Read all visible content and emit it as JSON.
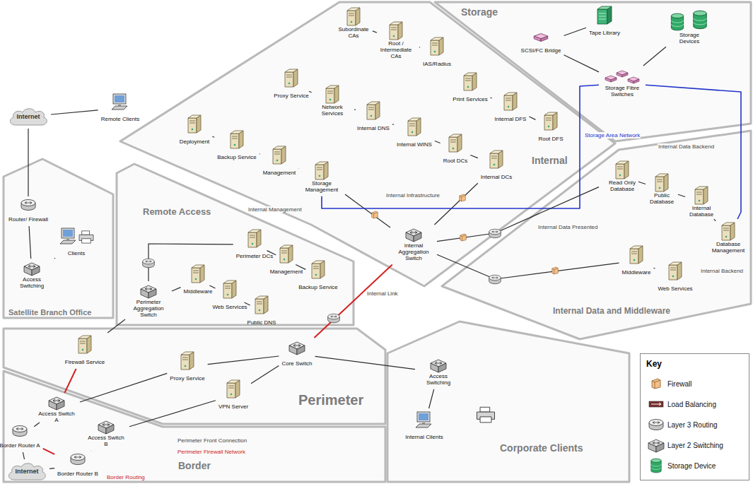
{
  "diagram": {
    "nodes": [
      {
        "text": [
          "Storage"
        ]
      },
      {
        "text": [
          "Internal"
        ]
      },
      {
        "text": [
          "Internal Data and Middleware"
        ]
      },
      {
        "text": [
          "Satellite Branch Office"
        ]
      },
      {
        "text": [
          "Remote Access"
        ]
      },
      {
        "text": [
          "Perimeter"
        ]
      },
      {
        "text": [
          "Border"
        ]
      },
      {
        "text": [
          "Corporate Clients"
        ]
      },
      {
        "text": [
          "Internet"
        ]
      },
      {
        "text": [
          "Remote Clients"
        ]
      },
      {
        "text": [
          "Router/ Firewall"
        ],
        "in": 3
      },
      {
        "text": [
          "Access Switching"
        ],
        "in": 3
      },
      {
        "text": [
          "Clients"
        ],
        "in": 3
      },
      {
        "text": [
          "Subordinate CAs"
        ],
        "in": 1
      },
      {
        "text": [
          "Root / Intermediate CAs"
        ],
        "in": 1
      },
      {
        "text": [
          "IAS/Radius"
        ],
        "in": 1
      },
      {
        "text": [
          "Proxy Service"
        ],
        "in": 1
      },
      {
        "text": [
          "Network Services"
        ],
        "in": 1
      },
      {
        "text": [
          "Internal DNS"
        ],
        "in": 1
      },
      {
        "text": [
          "Internal WINS"
        ],
        "in": 1
      },
      {
        "text": [
          "Root DCs"
        ],
        "in": 1
      },
      {
        "text": [
          "Internal DCs"
        ],
        "in": 1
      },
      {
        "text": [
          "Print Services"
        ],
        "in": 1
      },
      {
        "text": [
          "Internal DFS"
        ],
        "in": 1
      },
      {
        "text": [
          "Root DFS"
        ],
        "in": 1
      },
      {
        "text": [
          "Deployment"
        ],
        "in": 1
      },
      {
        "text": [
          "Backup Service"
        ],
        "in": 1
      },
      {
        "text": [
          "Management"
        ],
        "in": 1
      },
      {
        "text": [
          "Storage Management"
        ],
        "in": 1
      },
      {
        "text": [
          "Internal Aggregation Switch"
        ],
        "in": 1
      },
      {
        "text": [
          "SCSI/FC Bridge"
        ],
        "in": 0
      },
      {
        "text": [
          "Tape Library"
        ],
        "in": 0
      },
      {
        "text": [
          "Storage Devices"
        ],
        "in": 0
      },
      {
        "text": [
          "Storage Fibre Switches"
        ],
        "in": 0
      },
      {
        "text": [
          "Read Only Database"
        ],
        "in": 2
      },
      {
        "text": [
          "Public Database"
        ],
        "in": 2
      },
      {
        "text": [
          "Internal Database"
        ],
        "in": 2
      },
      {
        "text": [
          "Database Management"
        ],
        "in": 2
      },
      {
        "text": [
          "Middleware"
        ],
        "in": 2
      },
      {
        "text": [
          "Web Services"
        ],
        "in": 2
      },
      {
        "text": [
          "Perimeter DCs"
        ],
        "in": 4
      },
      {
        "text": [
          "Management"
        ],
        "in": 4
      },
      {
        "text": [
          "Backup Service"
        ],
        "in": 4
      },
      {
        "text": [
          "Middleware"
        ],
        "in": 4
      },
      {
        "text": [
          "Web Services"
        ],
        "in": 4
      },
      {
        "text": [
          "Public DNS"
        ],
        "in": 4
      },
      {
        "text": [
          "Perimeter Aggregation Switch"
        ],
        "in": 4
      },
      {
        "text": [
          "Firewall Service"
        ],
        "in": 5
      },
      {
        "text": [
          "Proxy Service"
        ],
        "in": 5
      },
      {
        "text": [
          "VPN Server"
        ],
        "in": 5
      },
      {
        "text": [
          "Core Switch"
        ],
        "in": 5
      },
      {
        "text": [
          "Access Switch A"
        ],
        "in": 6
      },
      {
        "text": [
          "Access Switch B"
        ],
        "in": 6
      },
      {
        "text": [
          "Border Router A"
        ],
        "in": 6
      },
      {
        "text": [
          "Border Router B"
        ],
        "in": 6
      },
      {
        "text": [
          "Internet"
        ]
      },
      {
        "text": [
          "Access Switching"
        ],
        "in": 7
      },
      {
        "text": [
          "Internal Clients"
        ],
        "in": 7
      }
    ],
    "edges": [
      {
        "from": 25,
        "to": 26,
        "arrow": "none"
      },
      {
        "from": 26,
        "to": 27,
        "arrow": "none"
      },
      {
        "from": 27,
        "to": 28,
        "arrow": "none"
      },
      {
        "from": 16,
        "to": 17,
        "arrow": "none"
      },
      {
        "from": 17,
        "to": 18,
        "arrow": "none"
      },
      {
        "from": 18,
        "to": 19,
        "arrow": "none"
      },
      {
        "from": 19,
        "to": 20,
        "arrow": "none"
      },
      {
        "from": 20,
        "to": 21,
        "arrow": "none"
      },
      {
        "from": 22,
        "to": 23,
        "arrow": "none"
      },
      {
        "from": 23,
        "to": 24,
        "arrow": "none"
      },
      {
        "from": 13,
        "to": 14,
        "arrow": "none"
      },
      {
        "from": 14,
        "to": 15,
        "arrow": "none"
      },
      {
        "from": 29,
        "to": 28,
        "arrow": "none"
      },
      {
        "from": 29,
        "to": 21,
        "arrow": "none"
      },
      {
        "from": 28,
        "to": 33,
        "arrow": "none"
      },
      {
        "from": 30,
        "to": 31,
        "arrow": "none"
      },
      {
        "from": 30,
        "to": 33,
        "arrow": "none"
      },
      {
        "from": 33,
        "to": 32,
        "arrow": "none"
      },
      {
        "from": 37,
        "to": 33,
        "arrow": "none"
      },
      {
        "from": 29,
        "to": 34,
        "arrow": "none"
      },
      {
        "from": 34,
        "to": 35,
        "arrow": "none"
      },
      {
        "from": 35,
        "to": 36,
        "arrow": "none"
      },
      {
        "from": 36,
        "to": 37,
        "arrow": "none"
      },
      {
        "from": 29,
        "to": 38,
        "arrow": "none"
      },
      {
        "from": 38,
        "to": 39,
        "arrow": "none"
      },
      {
        "from": 46,
        "to": 43,
        "arrow": "none"
      },
      {
        "from": 46,
        "to": 40,
        "arrow": "none"
      },
      {
        "from": 43,
        "to": 44,
        "arrow": "none"
      },
      {
        "from": 44,
        "to": 45,
        "arrow": "none"
      },
      {
        "from": 40,
        "to": 41,
        "arrow": "none"
      },
      {
        "from": 41,
        "to": 42,
        "arrow": "none"
      },
      {
        "from": 46,
        "to": 47,
        "arrow": "none"
      },
      {
        "from": 47,
        "to": 51,
        "arrow": "none"
      },
      {
        "from": 51,
        "to": 48,
        "arrow": "none"
      },
      {
        "from": 52,
        "to": 49,
        "arrow": "none"
      },
      {
        "from": 48,
        "to": 50,
        "arrow": "none"
      },
      {
        "from": 49,
        "to": 50,
        "arrow": "none"
      },
      {
        "from": 50,
        "to": 29,
        "arrow": "none"
      },
      {
        "from": 50,
        "to": 56,
        "arrow": "none"
      },
      {
        "from": 56,
        "to": 57,
        "arrow": "none"
      },
      {
        "from": 51,
        "to": 53,
        "arrow": "none"
      },
      {
        "from": 52,
        "to": 54,
        "arrow": "none"
      },
      {
        "from": 53,
        "to": 54,
        "arrow": "none"
      },
      {
        "from": 53,
        "to": 55,
        "arrow": "none"
      },
      {
        "from": 54,
        "to": 55,
        "arrow": "none"
      },
      {
        "from": 8,
        "to": 10,
        "arrow": "none"
      },
      {
        "from": 8,
        "to": 9,
        "arrow": "none"
      },
      {
        "from": 10,
        "to": 11,
        "arrow": "none"
      },
      {
        "from": 11,
        "to": 12,
        "arrow": "none"
      }
    ],
    "labels": [
      "Internal Management",
      "Internal Infrastructure",
      "Storage Area Network",
      "Internal Data Backend",
      "Internal Data Presented",
      "Internal Backend",
      "Internal Link",
      "Perimeter Front Connection",
      "Perimeter Firewall Network",
      "Border Routing",
      "Key"
    ],
    "legend": [
      {
        "text": "Firewall"
      },
      {
        "text": "Load Balancing"
      },
      {
        "text": "Layer 3 Routing"
      },
      {
        "text": "Layer 2 Switching"
      },
      {
        "text": "Storage Device"
      }
    ]
  }
}
